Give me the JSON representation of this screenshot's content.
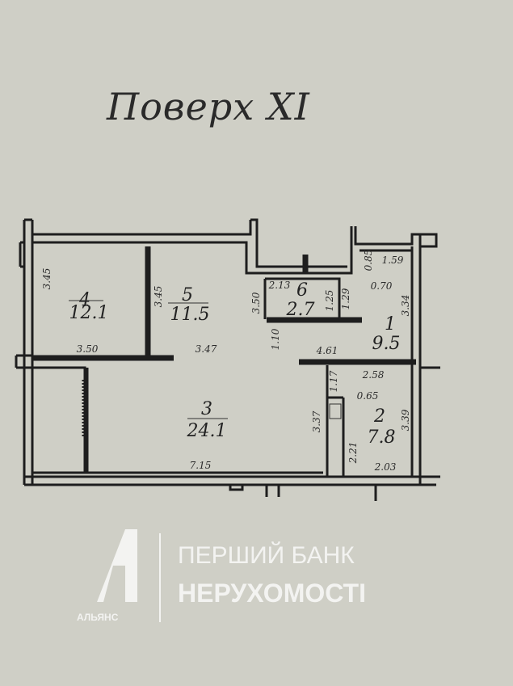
{
  "title": "Поверх XI",
  "rooms": [
    {
      "number": "1",
      "area": "9.5"
    },
    {
      "number": "2",
      "area": "7.8"
    },
    {
      "number": "3",
      "area": "24.1"
    },
    {
      "number": "4",
      "area": "12.1"
    },
    {
      "number": "5",
      "area": "11.5"
    },
    {
      "number": "6",
      "area": "2.7"
    }
  ],
  "dimensions": {
    "r4_side": "3.45",
    "r4_bottom": "3.50",
    "r5_side": "3.45",
    "r5_bottom": "3.47",
    "r6_top": "2.13",
    "r6_a": "1.25",
    "r6_b": "1.29",
    "hall_a": "3.50",
    "hall_b": "1.10",
    "r1_a": "0.85",
    "r1_b": "1.59",
    "r1_c": "0.70",
    "r1_d": "3.34",
    "r1_e": "4.61",
    "r2_a": "2.58",
    "r2_b": "0.65",
    "r2_c": "1.17",
    "r2_d": "2.21",
    "r2_e": "3.39",
    "r2_f": "2.03",
    "r3_side": "3.37",
    "r3_bottom": "7.15"
  },
  "watermark": {
    "brand": "АЛЬЯНС",
    "line1": "ПЕРШИЙ БАНК",
    "line2": "НЕРУХОМОСТІ"
  }
}
